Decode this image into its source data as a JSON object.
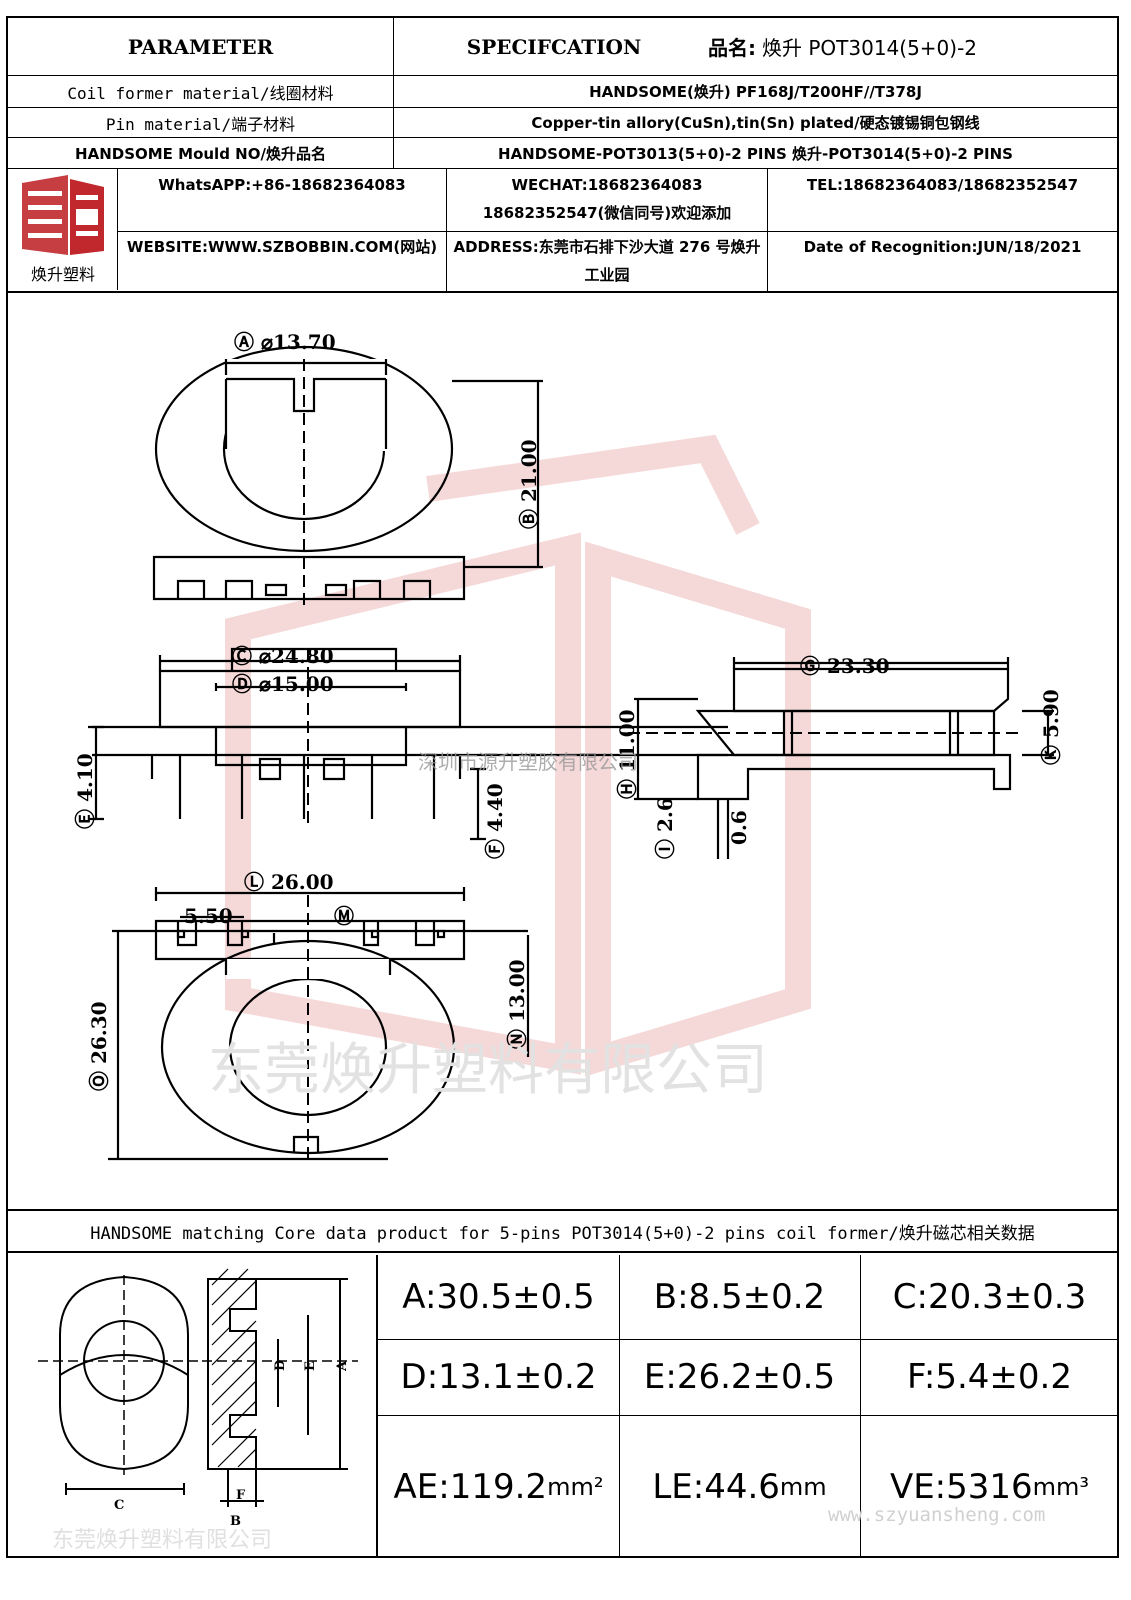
{
  "header": {
    "parameter": "PARAMETER",
    "specification": "SPECIFCATION",
    "product_name_label": "品名:",
    "product_name_value": "焕升 POT3014(5+0)-2"
  },
  "spec_rows": [
    {
      "label": "Coil former material/线圈材料",
      "value": "HANDSOME(焕升)  PF168J/T200HF//T378J"
    },
    {
      "label": "Pin material/端子材料",
      "value": "Copper-tin allory(CuSn),tin(Sn) plated/硬态镀锡铜包钢线"
    },
    {
      "label": "HANDSOME Mould NO/焕升品名",
      "value": "HANDSOME-POT3013(5+0)-2 PINS   焕升-POT3014(5+0)-2 PINS"
    }
  ],
  "company": {
    "logo_caption": "焕升塑料",
    "whatsapp": "WhatsAPP:+86-18682364083",
    "wechat_line1": "WECHAT:18682364083",
    "wechat_line2": "18682352547(微信同号)欢迎添加",
    "tel": "TEL:18682364083/18682352547",
    "website": "WEBSITE:WWW.SZBOBBIN.COM(网站)",
    "address": "ADDRESS:东莞市石排下沙大道 276 号焕升工业园",
    "date": "Date of Recognition:JUN/18/2021"
  },
  "drawing": {
    "dim_a": "Ⓐ ⌀13.70",
    "dim_b": "Ⓑ 21.00",
    "dim_c": "Ⓒ ⌀24.80",
    "dim_d": "Ⓓ ⌀15.00",
    "dim_e": "Ⓔ 4.10",
    "dim_f": "Ⓕ 4.40",
    "dim_g": "Ⓖ 23.30",
    "dim_h": "Ⓗ 11.00",
    "dim_i": "Ⓘ 2.6",
    "dim_j": "0.6",
    "dim_k": "Ⓚ 5.90",
    "dim_l": "Ⓛ 26.00",
    "dim_m": "Ⓜ",
    "dim_pitch": "5.50",
    "dim_n": "Ⓝ 13.00",
    "dim_o": "Ⓞ 26.30",
    "watermark_small": "深圳市源升塑胶有限公司",
    "watermark_large": "东莞焕升塑料有限公司"
  },
  "matching": {
    "text": "HANDSOME matching Core data  product for 5-pins POT3014(5+0)-2 pins coil former/焕升磁芯相关数据"
  },
  "core_data": [
    [
      "A:30.5±0.5",
      "B:8.5±0.2",
      "C:20.3±0.3"
    ],
    [
      "D:13.1±0.2",
      "E:26.2±0.5",
      "F:5.4±0.2"
    ]
  ],
  "core_data_units": [
    {
      "label": "AE:119.2",
      "unit": "mm²"
    },
    {
      "label": "LE:44.6",
      "unit": "mm"
    },
    {
      "label": "VE:5316",
      "unit": "mm³"
    }
  ],
  "core_sketch_labels": {
    "a": "A",
    "b": "B",
    "c": "C",
    "d": "D",
    "e": "E",
    "f": "F"
  },
  "footer": {
    "watermark_bottom": "东莞焕升塑料有限公司",
    "website_watermark": "www.szyuansheng.com"
  },
  "colors": {
    "line": "#000000",
    "watermark_red": "#e8a8a8",
    "logo_red": "#c0282d"
  }
}
